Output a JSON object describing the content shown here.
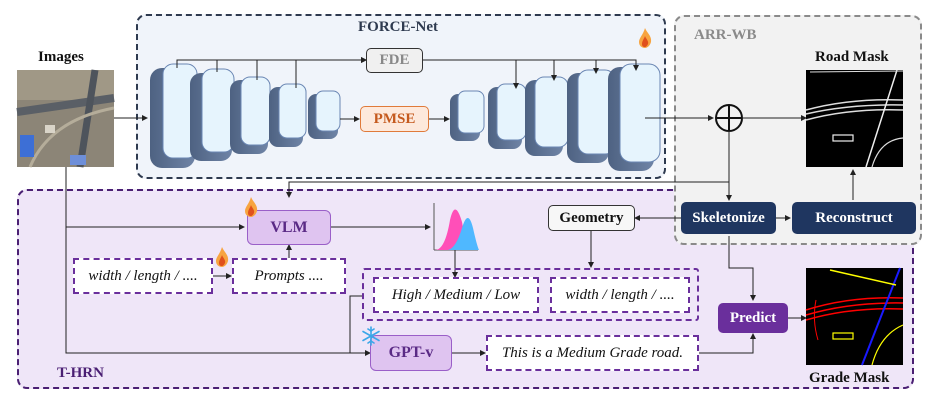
{
  "images_label": "Images",
  "force_net": {
    "title": "FORCE-Net",
    "fde_label": "FDE",
    "pmse_label": "PMSE"
  },
  "arr_wb": {
    "title": "ARR-WB",
    "road_mask_label": "Road Mask",
    "skeletonize_label": "Skeletonize",
    "reconstruct_label": "Reconstruct"
  },
  "t_hrn": {
    "title": "T-HRN",
    "vlm_label": "VLM",
    "attr_input_text": "width / length / ....",
    "prompts_text": "Prompts ....",
    "geometry_label": "Geometry",
    "grade_options_text": "High / Medium / Low",
    "geometry_attr_text": "width / length / ....",
    "gpt_label": "GPT-v",
    "output_sentence": "This is a Medium Grade road.",
    "predict_label": "Predict",
    "grade_mask_label": "Grade Mask"
  },
  "icons": {
    "trainable": "flame-icon",
    "frozen": "snowflake-icon",
    "sum": "circled-plus-icon",
    "distribution": "distribution-plot-icon"
  },
  "colors": {
    "force_net_border": "#2e3a4f",
    "force_net_bg": "#f0f4fa",
    "arr_wb_border": "#8a8a8a",
    "arr_wb_bg": "#f2f2f2",
    "t_hrn_border": "#4a1f73",
    "t_hrn_bg": "#efe6f8",
    "navy_box": "#1f3660",
    "vlm_box": "#dfc4f0",
    "predict_box": "#6a2f9c",
    "pmse_border": "#e07a3a",
    "pmse_bg": "#fde9dc",
    "dist_pink": "#ff4fb8",
    "dist_blue": "#4fb8ff"
  }
}
